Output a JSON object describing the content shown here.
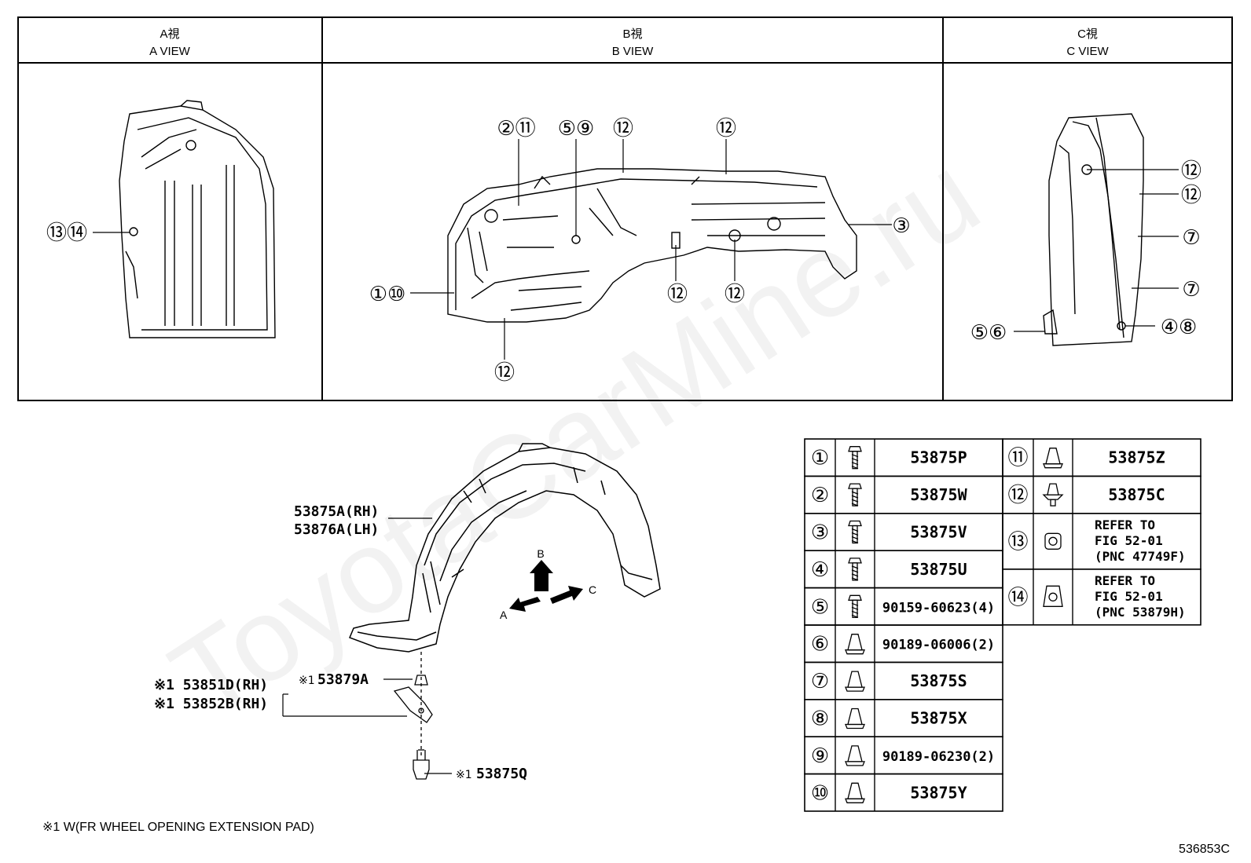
{
  "header": {
    "a": {
      "jp": "A視",
      "en": "A VIEW"
    },
    "b": {
      "jp": "B視",
      "en": "B VIEW"
    },
    "c": {
      "jp": "C視",
      "en": "C VIEW"
    }
  },
  "circled": [
    "①",
    "②",
    "③",
    "④",
    "⑤",
    "⑥",
    "⑦",
    "⑧",
    "⑨",
    "⑩",
    "⑪",
    "⑫",
    "⑬",
    "⑭"
  ],
  "labels_b": {
    "c2_11": "②⑪",
    "c5_9": "⑤⑨",
    "c12": "⑫",
    "c3": "③",
    "c1_10": "①⑩"
  },
  "labels_a": {
    "c13_14": "⑬⑭"
  },
  "labels_c": {
    "c12": "⑫",
    "c7": "⑦",
    "c5_6": "⑤⑥",
    "c4_8": "④⑧"
  },
  "parts": {
    "liner_rh": "53875A(RH)",
    "liner_lh": "53876A(LH)",
    "clip_mark": "※1",
    "clip": "53879A",
    "pad_rh1": "※1 53851D(RH)",
    "pad_rh2": "※1 53852B(RH)",
    "bolt_mark": "※1",
    "bolt": "53875Q"
  },
  "arrows": {
    "a": "A",
    "b": "B",
    "c": "C"
  },
  "footnote": "※1 W(FR WHEEL OPENING EXTENSION PAD)",
  "figure_code": "536853C",
  "watermark": "ToyotaCarMine.ru",
  "table_left": [
    {
      "num": "①",
      "part": "53875P",
      "icon": "bolt-icon"
    },
    {
      "num": "②",
      "part": "53875W",
      "icon": "bolt-icon"
    },
    {
      "num": "③",
      "part": "53875V",
      "icon": "bolt-icon"
    },
    {
      "num": "④",
      "part": "53875U",
      "icon": "bolt-icon"
    },
    {
      "num": "⑤",
      "part": "90159-60623(4)",
      "icon": "bolt-icon"
    },
    {
      "num": "⑥",
      "part": "90189-06006(2)",
      "icon": "nut-icon"
    },
    {
      "num": "⑦",
      "part": "53875S",
      "icon": "nut-icon"
    },
    {
      "num": "⑧",
      "part": "53875X",
      "icon": "nut-icon"
    },
    {
      "num": "⑨",
      "part": "90189-06230(2)",
      "icon": "nut-icon"
    },
    {
      "num": "⑩",
      "part": "53875Y",
      "icon": "nut-icon"
    }
  ],
  "table_right": [
    {
      "num": "⑪",
      "part": "53875Z",
      "icon": "nut-icon"
    },
    {
      "num": "⑫",
      "part": "53875C",
      "icon": "clip-icon"
    },
    {
      "num": "⑬",
      "lines": [
        "REFER TO",
        "FIG 52-01",
        "(PNC 47749F)"
      ],
      "icon": "grommet-icon"
    },
    {
      "num": "⑭",
      "lines": [
        "REFER TO",
        "FIG 52-01",
        "(PNC 53879H)"
      ],
      "icon": "bracket-icon"
    }
  ]
}
